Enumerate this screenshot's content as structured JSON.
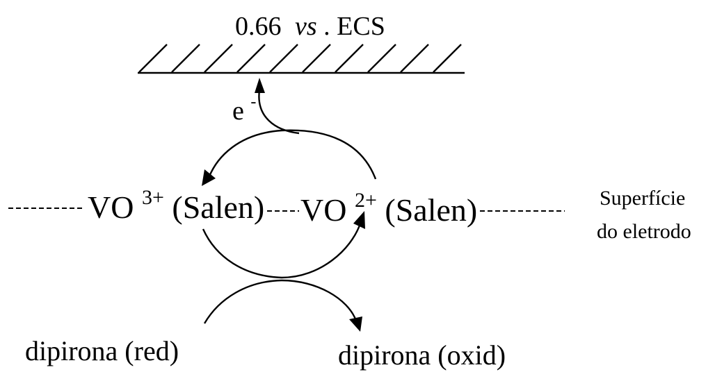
{
  "electrode": {
    "potential_value": "0.66",
    "potential_vs": "vs",
    "potential_ref": ". ECS"
  },
  "electron": {
    "symbol": "e",
    "charge": "-"
  },
  "species": {
    "oxidized_complex": {
      "base": "VO",
      "charge": "3+",
      "ligand": "(Salen)"
    },
    "reduced_complex": {
      "base": "VO",
      "charge": "2+",
      "ligand": "(Salen)"
    }
  },
  "surface_label": {
    "line1": "Superfície",
    "line2": "do eletrodo"
  },
  "substrate": {
    "reduced": "dipirona (red)",
    "oxidized": "dipirona (oxid)"
  }
}
